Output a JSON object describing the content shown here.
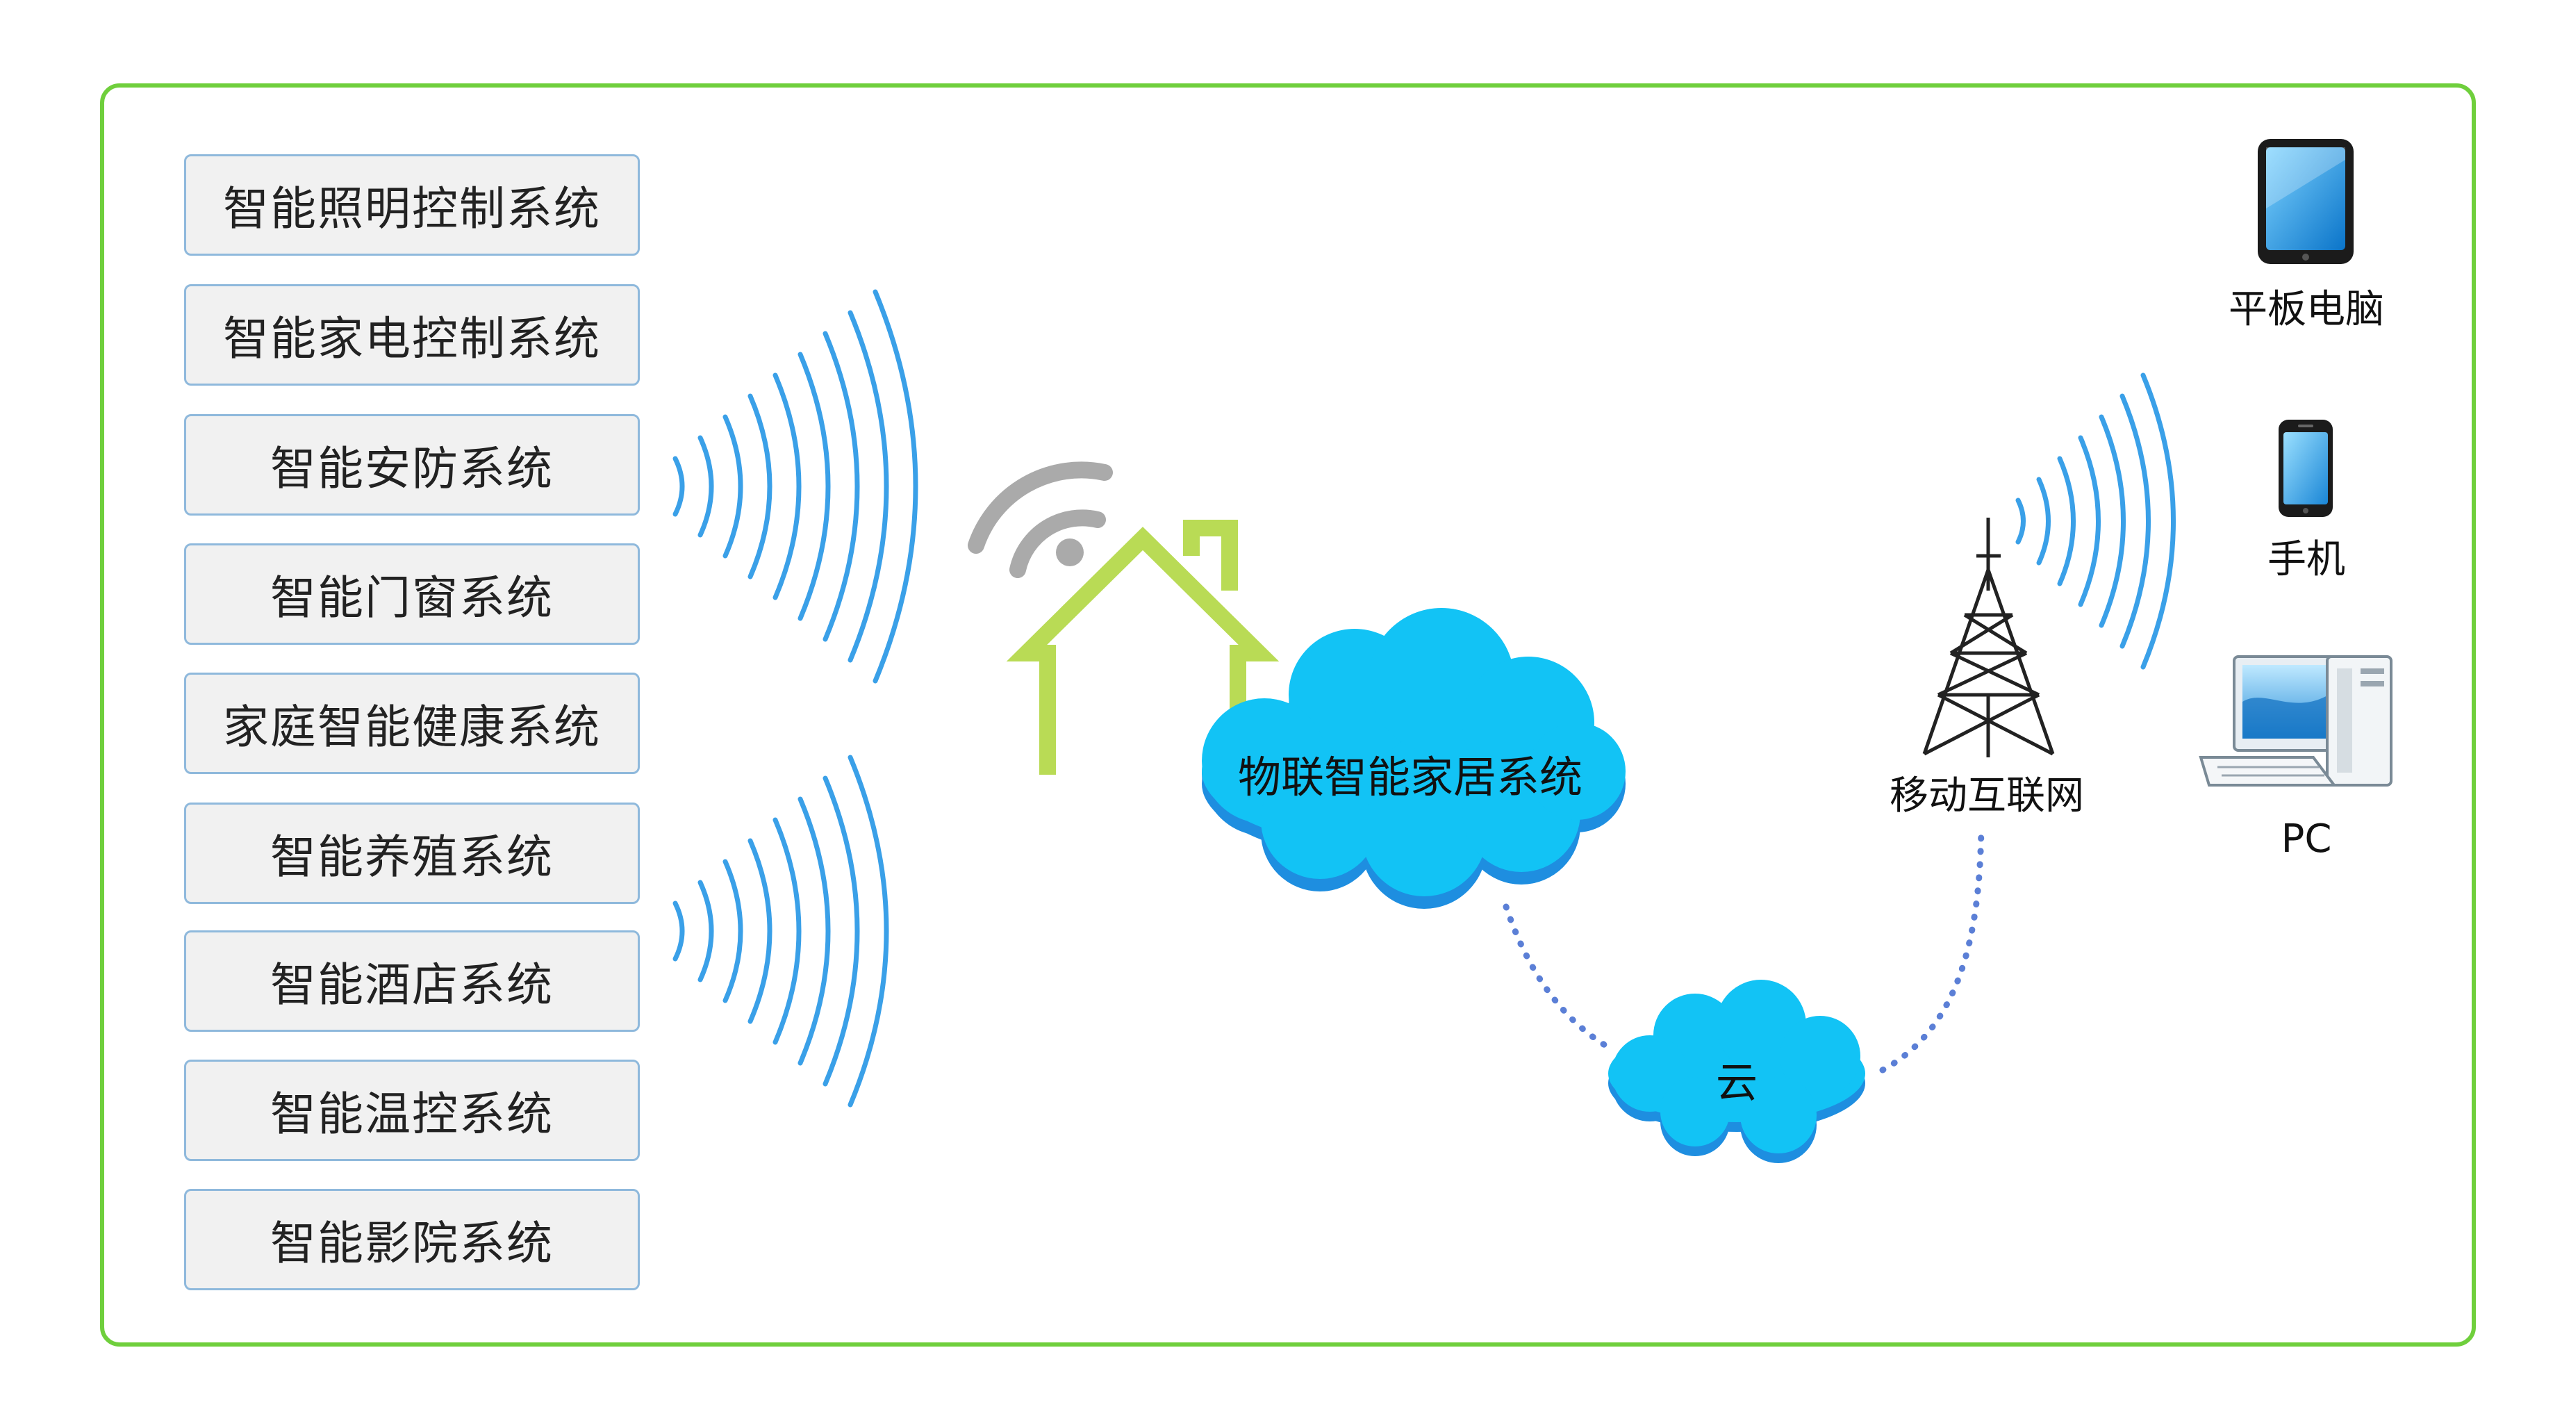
{
  "systems": [
    "智能照明控制系统",
    "智能家电控制系统",
    "智能安防系统",
    "智能门窗系统",
    "家庭智能健康系统",
    "智能养殖系统",
    "智能酒店系统",
    "智能温控系统",
    "智能影院系统"
  ],
  "hub_label": "物联智能家居系统",
  "cloud_label": "云",
  "tower_label": "移动互联网",
  "devices": {
    "tablet": "平板电脑",
    "phone": "手机",
    "pc": "PC"
  },
  "colors": {
    "frame": "#6fcf3c",
    "wave": "#3aa0e8",
    "cloud": "#12c3f5",
    "cloud_shade": "#1e8ee0",
    "house": "#b9db55",
    "wifi": "#aaaaaa",
    "link": "#5b7fd6"
  }
}
